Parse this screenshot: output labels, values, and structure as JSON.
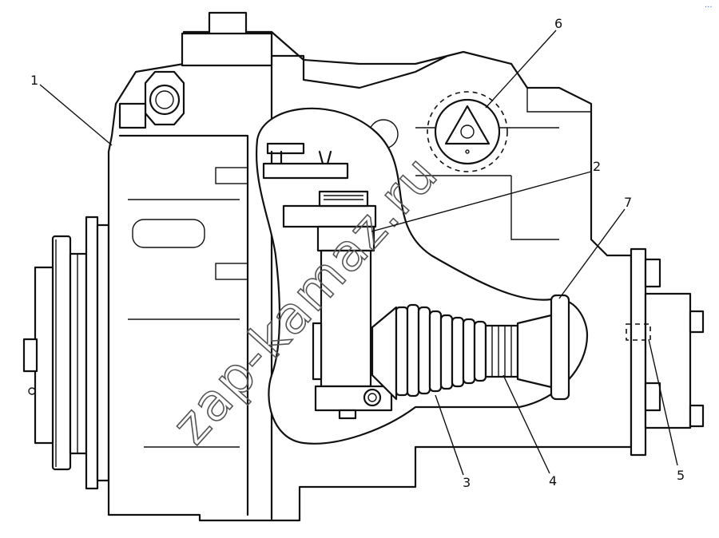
{
  "callouts": [
    {
      "id": "1",
      "label": "1"
    },
    {
      "id": "2",
      "label": "2"
    },
    {
      "id": "3",
      "label": "3"
    },
    {
      "id": "4",
      "label": "4"
    },
    {
      "id": "5",
      "label": "5"
    },
    {
      "id": "6",
      "label": "6"
    },
    {
      "id": "7",
      "label": "7"
    }
  ],
  "watermark": "zap-kamaz.ru",
  "corner_mark": "···"
}
